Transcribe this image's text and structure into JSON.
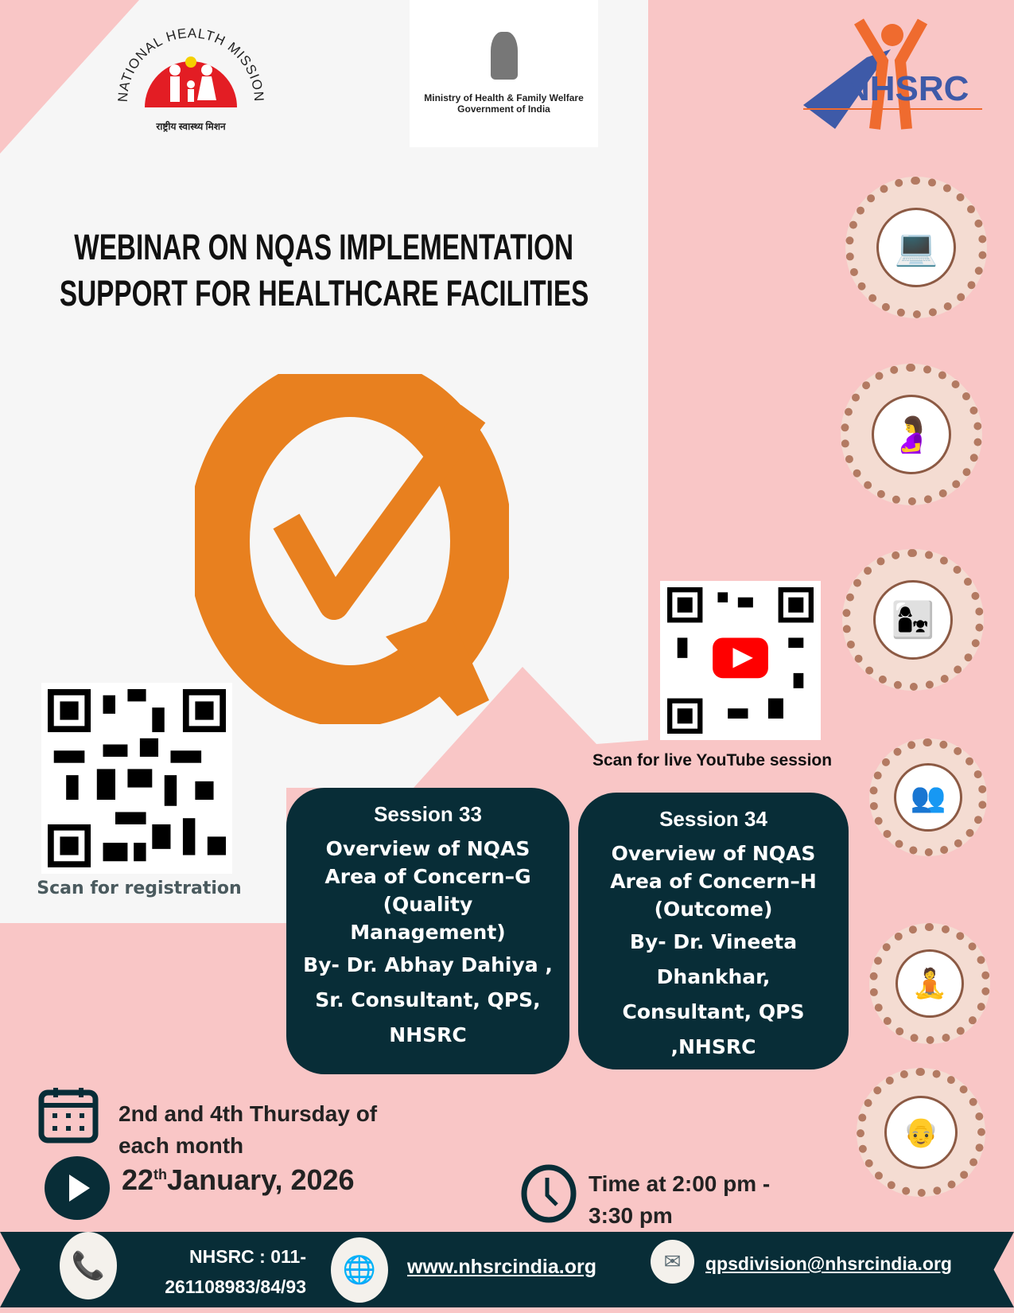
{
  "logos": {
    "nhm": "NATIONAL HEALTH MISSION",
    "nhm_hindi": "राष्ट्रीय स्वास्थ्य मिशन",
    "ministry_line1": "Ministry of Health & Family Welfare",
    "ministry_line2": "Government of India",
    "nhsrc": "NHSRC"
  },
  "title": {
    "line1": "WEBINAR ON NQAS IMPLEMENTATION",
    "line2": "SUPPORT FOR HEALTHCARE FACILITIES"
  },
  "qr": {
    "registration_label": "Scan for registration",
    "youtube_label": "Scan for live YouTube session"
  },
  "sessions": [
    {
      "session": "Session 33",
      "topic": [
        "Overview of NQAS",
        "Area of Concern–G",
        "(Quality",
        "Management)"
      ],
      "by": [
        "By- Dr. Abhay Dahiya ,",
        "Sr. Consultant, QPS,",
        "NHSRC"
      ]
    },
    {
      "session": "Session 34",
      "topic": [
        "Overview of NQAS",
        "Area of Concern–H",
        "(Outcome)"
      ],
      "by": [
        "By- Dr. Vineeta",
        "Dhankhar,",
        "Consultant, QPS",
        ",NHSRC"
      ]
    }
  ],
  "schedule": {
    "recurrence_line1": "2nd and 4th Thursday of",
    "recurrence_line2": "each month",
    "date_day": "22",
    "date_sup": "th",
    "date_rest": "January, 2026",
    "time_line1": "Time at 2:00 pm -",
    "time_line2": "3:30 pm"
  },
  "footer": {
    "phone_line1": "NHSRC : 011-",
    "phone_line2": "261108983/84/93",
    "website": "www.nhsrcindia.org",
    "email": "qpsdivision@nhsrcindia.org"
  },
  "colors": {
    "pink": "#f9c6c6",
    "gray": "#f6f6f6",
    "navy": "#082d37",
    "orange": "#e8801f"
  }
}
